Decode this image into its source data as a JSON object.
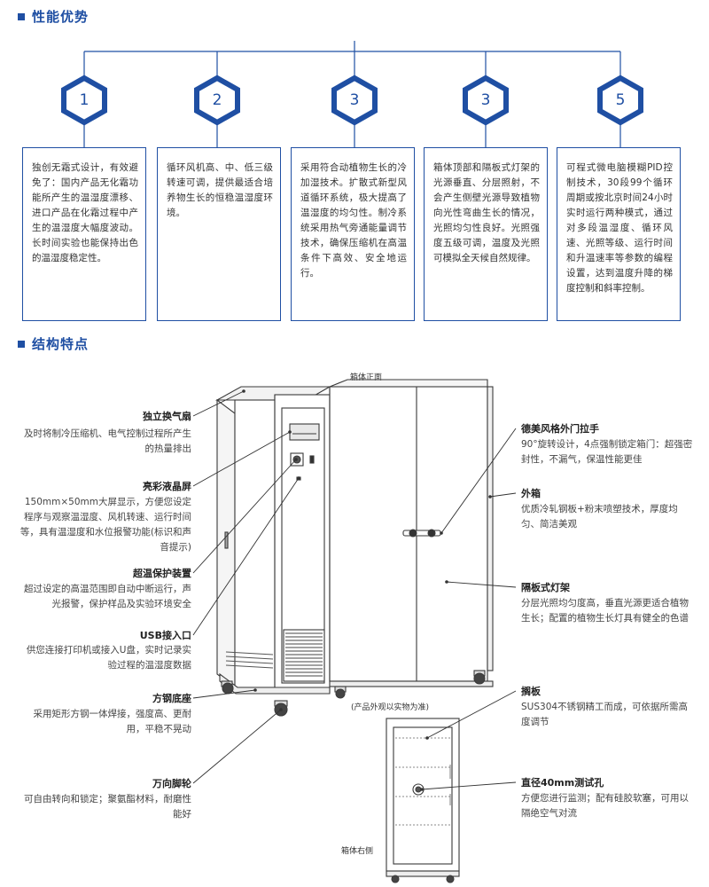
{
  "sections": {
    "performance": "性能优势",
    "structure": "结构特点"
  },
  "advantages": [
    {
      "num": "1",
      "text": "独创无霜式设计，有效避免了：国内产品无化霜功能所产生的温湿度漂移、进口产品在化霜过程中产生的温湿度大幅度波动。长时间实验也能保持出色的温湿度稳定性。"
    },
    {
      "num": "2",
      "text": "循环风机高、中、低三级转速可调，提供最适合培养物生长的恒稳温湿度环境。"
    },
    {
      "num": "3",
      "text": "采用符合动植物生长的冷加湿技术。扩散式新型风道循环系统，极大提高了温湿度的均匀性。制冷系统采用热气旁通能量调节技术，确保压缩机在高温条件下高效、安全地运行。"
    },
    {
      "num": "3",
      "text": "箱体顶部和隔板式灯架的光源垂直、分层照射，不会产生侧壁光源导致植物向光性弯曲生长的情况，光照均匀性良好。光照强度五级可调，温度及光照可模拟全天候自然规律。"
    },
    {
      "num": "5",
      "text": "可程式微电脑模糊PID控制技术，30段99个循环周期或按北京时间24小时实时运行两种模式，通过对多段温湿度、循环风速、光照等级、运行时间和升温速率等参数的编程设置，达到温度升降的梯度控制和斜率控制。"
    }
  ],
  "diagram": {
    "front_label": "箱体正面",
    "side_label": "箱体右侧",
    "note": "(产品外观以实物为准)",
    "left_callouts": [
      {
        "title": "独立换气扇",
        "desc": "及时将制冷压缩机、电气控制过程所产生的热量排出"
      },
      {
        "title": "亮彩液晶屏",
        "desc": "150mm×50mm大屏显示，方便您设定程序与观察温湿度、风机转速、运行时间等，具有温湿度和水位报警功能(标识和声音提示)"
      },
      {
        "title": "超温保护装置",
        "desc": "超过设定的高温范围即自动中断运行，声光报警，保护样品及实验环境安全"
      },
      {
        "title": "USB接入口",
        "desc": "供您连接打印机或接入U盘，实时记录实验过程的温湿度数据"
      },
      {
        "title": "方钢底座",
        "desc": "采用矩形方钢一体焊接，强度高、更耐用，平稳不晃动"
      },
      {
        "title": "万向脚轮",
        "desc": "可自由转向和锁定；聚氨酯材料，耐磨性能好"
      }
    ],
    "right_callouts": [
      {
        "title": "德美风格外门拉手",
        "desc": "90°旋转设计，4点强制锁定箱门：超强密封性，不漏气，保温性能更佳"
      },
      {
        "title": "外箱",
        "desc": "优质冷轧钢板+粉末喷塑技术，厚度均匀、简洁美观"
      },
      {
        "title": "隔板式灯架",
        "desc": "分层光照均匀度高，垂直光源更适合植物生长；配置的植物生长灯具有健全的色谱"
      },
      {
        "title": "搁板",
        "desc": "SUS304不锈钢精工而成，可依据所需高度调节"
      },
      {
        "title": "直径40mm测试孔",
        "desc": "方便您进行监测；配有硅胶软塞，可用以隔绝空气对流"
      }
    ]
  },
  "colors": {
    "accent": "#1f4fa3",
    "line": "#3a3a3a"
  }
}
